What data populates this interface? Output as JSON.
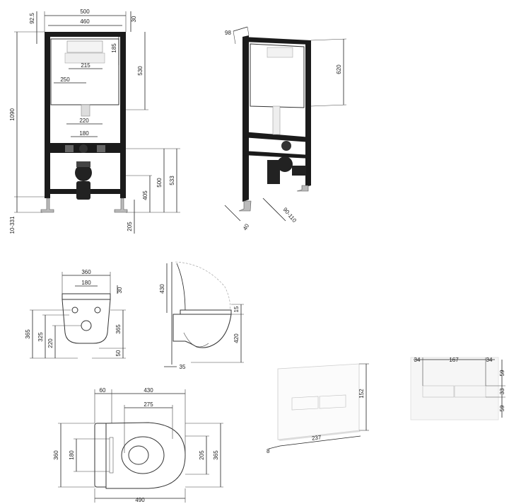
{
  "installation_frame_front": {
    "dims": {
      "total_width": "500",
      "inner_width": "460",
      "top_offset": "30",
      "left_offset": "92.5",
      "height": "1090",
      "cistern_height": "530",
      "cistern_top": "185",
      "button_width": "215",
      "cistern_width": "250",
      "studs_width": "220",
      "studs_inner": "180",
      "pipe_height": "500",
      "total_pipe": "533",
      "floor_pipe": "405",
      "floor_offset": "205",
      "leg_adjust": "10-331"
    }
  },
  "installation_frame_side": {
    "dims": {
      "depth_top": "98",
      "cistern_height": "620",
      "leg_depth": "40",
      "leg_range": "90-110"
    }
  },
  "toilet_front": {
    "dims": {
      "width": "360",
      "hole_spacing": "180",
      "top_thickness": "30",
      "height_total": "365",
      "height_325": "325",
      "height_220": "220",
      "height_right": "365",
      "bottom": "50"
    }
  },
  "toilet_side": {
    "dims": {
      "lid_height": "430",
      "seat_offset": "15",
      "height": "420",
      "base": "35"
    }
  },
  "flush_plate": {
    "dims": {
      "height": "152",
      "width": "237",
      "depth": "8"
    }
  },
  "flush_plate_front": {
    "dims": {
      "left": "34",
      "middle": "167",
      "right": "34",
      "top": "59",
      "gap": "33",
      "bottom": "59"
    }
  },
  "toilet_top": {
    "dims": {
      "back": "60",
      "length_430": "430",
      "inner_275": "275",
      "left_360": "360",
      "hole_180": "180",
      "right_205": "205",
      "right_365": "365",
      "total_490": "490"
    }
  }
}
